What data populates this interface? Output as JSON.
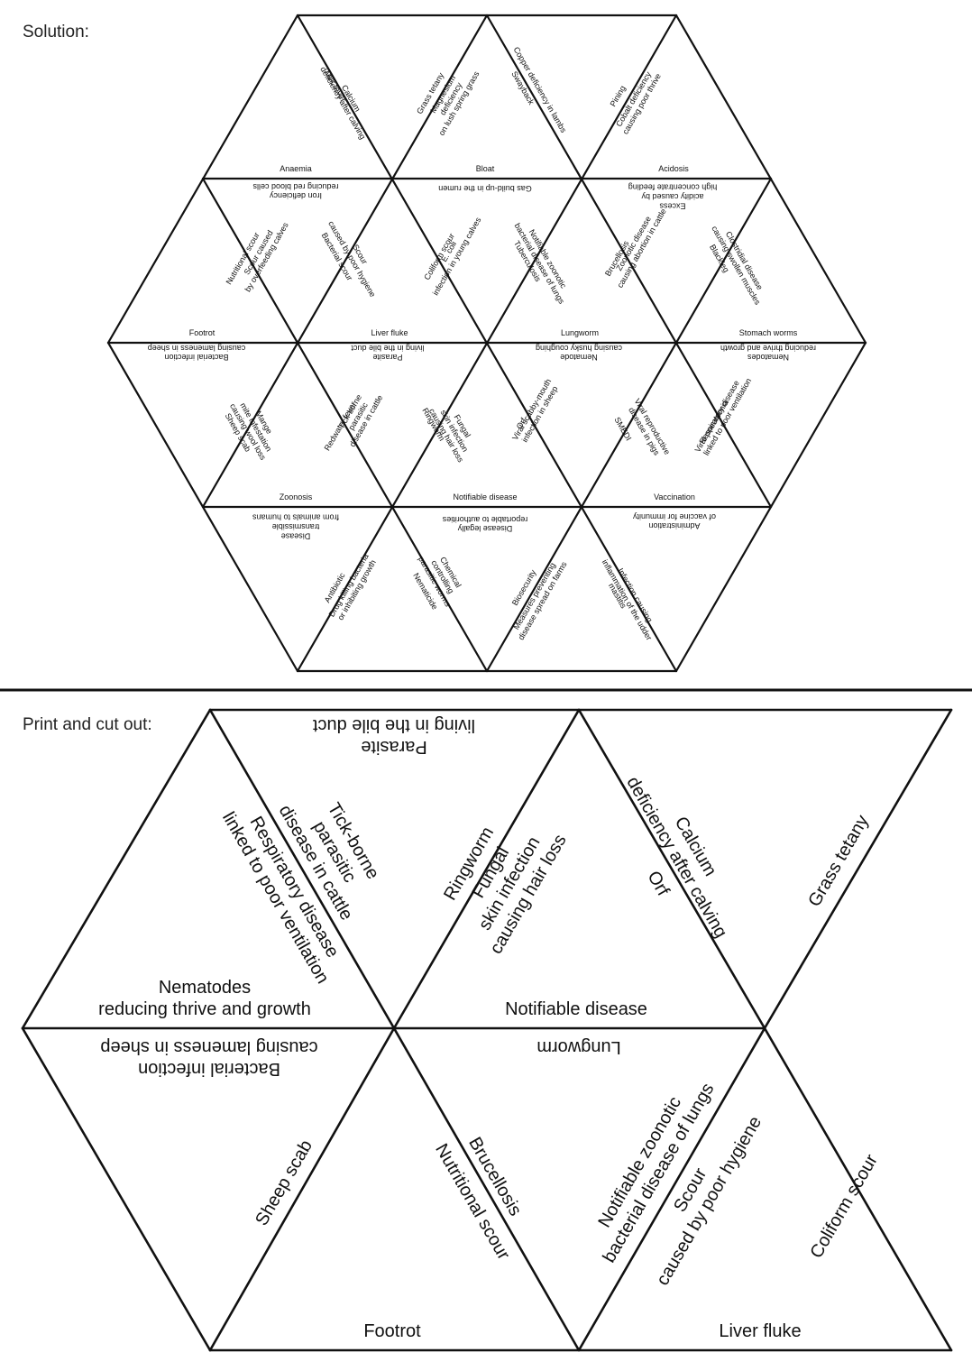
{
  "solution_heading": "Solution:",
  "cutout_heading": "Print and cut out:",
  "solution_labels": [
    {
      "lines": [
        "Calcium",
        "deficiency after calving"
      ]
    },
    {
      "lines": [
        "Milk fever"
      ]
    },
    {
      "lines": [
        "Grass tetany"
      ]
    },
    {
      "lines": [
        "Magnesium",
        "deficiency",
        "on lush spring grass"
      ]
    },
    {
      "lines": [
        "Copper deficiency in lambs"
      ]
    },
    {
      "lines": [
        "Swayback"
      ]
    },
    {
      "lines": [
        "Pining"
      ]
    },
    {
      "lines": [
        "Cobalt deficiency",
        "causing poor thrive"
      ]
    },
    {
      "lines": [
        "Anaemia"
      ]
    },
    {
      "lines": [
        "Bloat"
      ]
    },
    {
      "lines": [
        "Acidosis"
      ]
    },
    {
      "lines": [
        "Iron deficiency",
        "reducing red blood cells"
      ]
    },
    {
      "lines": [
        "Gas build-up in the rumen"
      ]
    },
    {
      "lines": [
        "Excess",
        "acidity caused by",
        "high concentrate feeding"
      ]
    },
    {
      "lines": [
        "Scour caused",
        "by overfeeding calves"
      ]
    },
    {
      "lines": [
        "Nutritional scour"
      ]
    },
    {
      "lines": [
        "Bacterial scour"
      ]
    },
    {
      "lines": [
        "Scour",
        "caused by poor hygiene"
      ]
    },
    {
      "lines": [
        "Coliform scour"
      ]
    },
    {
      "lines": [
        "E. coli",
        "infection in young calves"
      ]
    },
    {
      "lines": [
        "Tuberculosis"
      ]
    },
    {
      "lines": [
        "Notifiable zoonotic",
        "bacterial disease of lungs"
      ]
    },
    {
      "lines": [
        "Brucellosis"
      ]
    },
    {
      "lines": [
        "Zoonotic disease",
        "causing abortion in cattle"
      ]
    },
    {
      "lines": [
        "Blackleg"
      ]
    },
    {
      "lines": [
        "Clostridial disease",
        "causing swollen muscles"
      ]
    },
    {
      "lines": [
        "Footrot"
      ]
    },
    {
      "lines": [
        "Liver fluke"
      ]
    },
    {
      "lines": [
        "Lungworm"
      ]
    },
    {
      "lines": [
        "Stomach worms"
      ]
    },
    {
      "lines": [
        "Bacterial infection",
        "causing lameness in sheep"
      ]
    },
    {
      "lines": [
        "Parasite",
        "living in the bile duct"
      ]
    },
    {
      "lines": [
        "Nematode",
        "causing husky coughing"
      ]
    },
    {
      "lines": [
        "Nematodes",
        "reducing thrive and growth"
      ]
    },
    {
      "lines": [
        "Mange",
        "mite infestation",
        "causing wool loss"
      ]
    },
    {
      "lines": [
        "Sheep scab"
      ]
    },
    {
      "lines": [
        "Tick-borne",
        "parasitic",
        "disease in cattle"
      ]
    },
    {
      "lines": [
        "Redwater fever"
      ]
    },
    {
      "lines": [
        "Ringworm"
      ]
    },
    {
      "lines": [
        "Fungal",
        "skin infection",
        "causing hair loss"
      ]
    },
    {
      "lines": [
        "Viral scabby-mouth",
        "infection in sheep"
      ]
    },
    {
      "lines": [
        "Orf"
      ]
    },
    {
      "lines": [
        "Viral reproductive",
        "disease in pigs"
      ]
    },
    {
      "lines": [
        "SMEDI"
      ]
    },
    {
      "lines": [
        "Respiratory disease",
        "linked to poor ventilation"
      ]
    },
    {
      "lines": [
        "Viral pneumonia"
      ]
    },
    {
      "lines": [
        "Zoonosis"
      ]
    },
    {
      "lines": [
        "Notifiable disease"
      ]
    },
    {
      "lines": [
        "Vaccination"
      ]
    },
    {
      "lines": [
        "Disease",
        "transmissible",
        "from animals to humans"
      ]
    },
    {
      "lines": [
        "Disease legally",
        "reportable to authorities"
      ]
    },
    {
      "lines": [
        "Administration",
        "of vaccine for immunity"
      ]
    },
    {
      "lines": [
        "Drug killing bacteria",
        "or inhibiting growth"
      ]
    },
    {
      "lines": [
        "Antibiotic"
      ]
    },
    {
      "lines": [
        "Chemical",
        "controlling",
        "parasitic worms"
      ]
    },
    {
      "lines": [
        "Nematicide"
      ]
    },
    {
      "lines": [
        "Measures preventing",
        "disease spread on farms"
      ]
    },
    {
      "lines": [
        "Biosecurity"
      ]
    },
    {
      "lines": [
        "Infection causing",
        "inflammation of the udder"
      ]
    },
    {
      "lines": [
        "mastitis"
      ]
    }
  ],
  "cutout_labels": [
    {
      "lines": [
        "Parasite",
        "living in the bile duct"
      ]
    },
    {
      "lines": [
        "Tick-borne",
        "parasitic",
        "disease in cattle"
      ]
    },
    {
      "lines": [
        "Respiratory disease",
        "linked to poor ventilation"
      ]
    },
    {
      "lines": [
        "Nematodes",
        "reducing thrive and growth"
      ]
    },
    {
      "lines": [
        "Ringworm"
      ]
    },
    {
      "lines": [
        "Fungal",
        "skin infection",
        "causing hair loss"
      ]
    },
    {
      "lines": [
        "Notifiable disease"
      ]
    },
    {
      "lines": [
        "Calcium",
        "deficiency after calving"
      ]
    },
    {
      "lines": [
        "Orf"
      ]
    },
    {
      "lines": [
        "Grass tetany"
      ]
    },
    {
      "lines": [
        "Bacterial infection",
        "causing lameness in sheep"
      ]
    },
    {
      "lines": [
        "Sheep scab"
      ]
    },
    {
      "lines": [
        "Lungworm"
      ]
    },
    {
      "lines": [
        "Brucellosis"
      ]
    },
    {
      "lines": [
        "Nutritional scour"
      ]
    },
    {
      "lines": [
        "Notifiable zoonotic",
        "bacterial disease of lungs"
      ]
    },
    {
      "lines": [
        "Scour",
        "caused by poor hygiene"
      ]
    },
    {
      "lines": [
        "Coliform scour"
      ]
    },
    {
      "lines": [
        "Footrot"
      ]
    },
    {
      "lines": [
        "Liver fluke"
      ]
    }
  ]
}
